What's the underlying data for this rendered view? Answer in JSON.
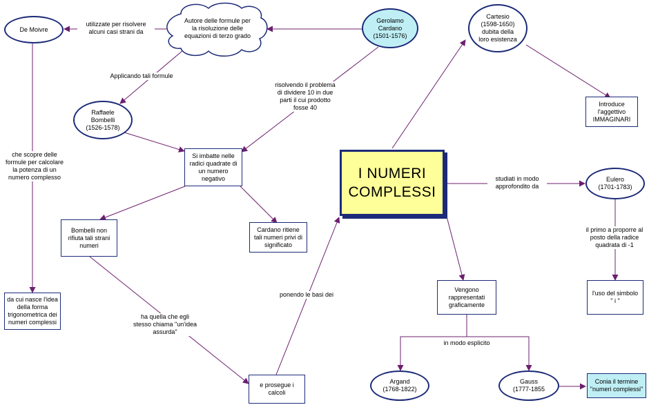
{
  "nodes": {
    "main": "I NUMERI\nCOMPLESSI",
    "de_moivre": "De Moivre",
    "autore": "Autore delle formule per\nla risoluzione delle\nequazioni di terzo grado",
    "cardano": "Gerolamo\nCardano\n(1501-1576)",
    "cartesio": "Cartesio\n(1598-1650)\ndubita della\nloro esistenza",
    "introduce": "Introduce\nl'aggettivo\nIMMAGINARI",
    "bombelli": "Raffaele\nBombelli\n(1526-1578)",
    "si_imbatte": "Si imbatte nelle\nradici quadrate di\nun numero\nnegativo",
    "bombelli_non": "Bombelli non\nrifiuta tali strani\nnumeri",
    "cardano_ritiene": "Cardano ritiene\ntali numeri privi di\nsignificato",
    "da_cui": "da cui nasce l'idea\ndella forma\ntrigonometrica dei\nnumeri complessi",
    "prosegue": "e prosegue i\ncalcoli",
    "eulero": "Eulero\n(1701-1783)",
    "simbolo": "l'uso del simbolo\n\" i \"",
    "vengono": "Vengono\nrappresentati\ngraficamente",
    "argand": "Argand\n(1768-1822)",
    "gauss": "Gauss\n(1777-1855",
    "conia": "Conia il termine\n\"numeri complessi\""
  },
  "links": {
    "utilizzate": "utilizzate per risolvere\nalcuni casi strani da",
    "applicando": "Applicando tali formule",
    "risolvendo": "risolvendo il problema\ndi dividere 10 in due\nparti il cui prodotto\nfosse 40",
    "che_scopre": "che scopre delle\nformule per calcolare\nla potenza di un\nnumero complesso",
    "studiati": "studiati in modo\napprofondito da",
    "primo": "il primo a proporre al\nposto della radice\nquadrata di -1",
    "ponendo": "ponendo le basi dei",
    "ha_quella": "ha quella che egli\nstesso chiama \"un'idea\nassurda\"",
    "esplicito": "in modo esplicito"
  },
  "colors": {
    "line": "#6d1f6e",
    "border": "#1c2a78",
    "main_fill": "#ffff99",
    "cyan_fill": "#bfeff5"
  }
}
